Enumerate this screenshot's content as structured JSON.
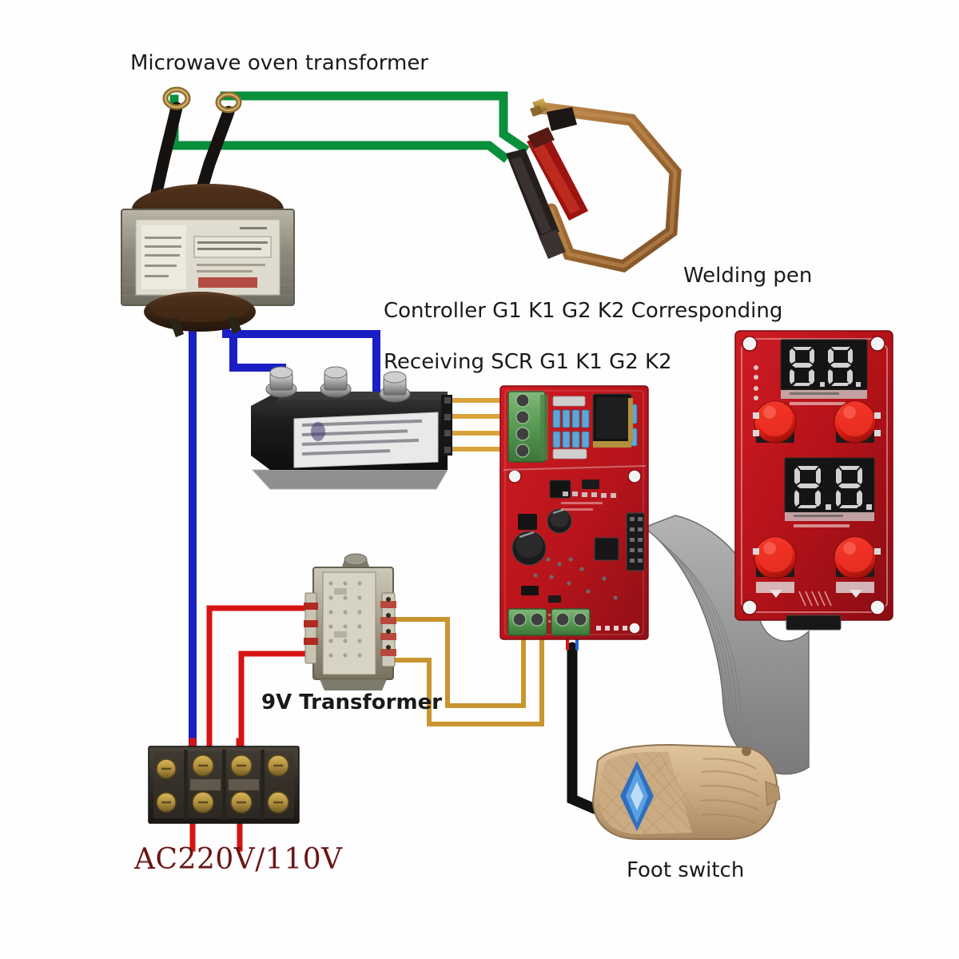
{
  "diagram": {
    "title_visible": false,
    "background": "#ffffff"
  },
  "labels": {
    "microwave_oven_transformer": "Microwave oven transformer",
    "welding_pen": "Welding pen",
    "controller_mapping": "Controller G1 K1 G2 K2 Corresponding",
    "scr_mapping": "Receiving SCR G1 K1 G2 K2",
    "transformer_9v": "9V Transformer",
    "mains_input": "AC220V/110V",
    "foot_switch": "Foot switch"
  },
  "colors": {
    "secondary_wire_green": "#0a8f3c",
    "primary_wire_blue": "#1a1fc4",
    "mains_wire_red": "#d71414",
    "signal_wire_gold": "#d8a33a",
    "low_voltage_wire_gold": "#c9952f",
    "pcb_red": "#c4161c",
    "pcb_dark_red": "#96121a",
    "terminal_green": "#5ea05a",
    "ribbon_grey": "#9a9a9a",
    "copper_cable": "#a9713a",
    "foot_switch_body": "#cbab82",
    "label_text": "#1a1a1a",
    "mains_label_text": "#6b1515",
    "scr_body": "#1c1c1c",
    "display_black": "#141414",
    "button_red": "#e32219"
  },
  "components": {
    "mot": {
      "name": "Microwave oven transformer",
      "lug_count": 2,
      "secondary_leads": 2,
      "primary_leads": 2
    },
    "welding_pen": {
      "name": "Welding pen",
      "electrodes": [
        "red-handle",
        "black-handle"
      ],
      "cable": "copper braided loop"
    },
    "scr_module": {
      "name": "SCR thyristor module",
      "terminal_studs": 3,
      "gate_pins": 4,
      "gate_labels": [
        "G1",
        "K1",
        "G2",
        "K2"
      ]
    },
    "controller_board": {
      "name": "Spot welder controller board",
      "input_terminal_pins": 4,
      "input_terminal_labels": [
        "G1",
        "K1",
        "G2",
        "K2"
      ],
      "bottom_terminal_blocks": 2,
      "bottom_terminal_pins": 4,
      "ribbon_header_pins": 10
    },
    "display_panel": {
      "name": "Dual digit display panel",
      "displays": [
        {
          "id": "upper",
          "value": "88",
          "decimal_point": true
        },
        {
          "id": "lower",
          "value": "88",
          "decimal_point": true
        }
      ],
      "buttons": [
        {
          "id": "up-1",
          "color": "#e32219"
        },
        {
          "id": "down-1",
          "color": "#e32219"
        },
        {
          "id": "up-2",
          "color": "#e32219"
        },
        {
          "id": "down-2",
          "color": "#e32219"
        }
      ],
      "ribbon_connector_pins": 10
    },
    "transformer_9v": {
      "name": "9V Transformer",
      "primary_leads": 2,
      "secondary_leads": 2
    },
    "terminal_block": {
      "name": "Mains terminal block",
      "screw_positions": 8,
      "poles": 4
    },
    "foot_switch": {
      "name": "Foot switch",
      "indicator": "blue diamond",
      "cable": "black 2-core"
    }
  },
  "connections": [
    {
      "from": "mot.secondary_lug_1",
      "to": "welding_pen.black_electrode",
      "color": "#0a8f3c"
    },
    {
      "from": "mot.secondary_lug_2",
      "to": "welding_pen.red_electrode",
      "color": "#0a8f3c"
    },
    {
      "from": "mot.primary_lead_1",
      "to": "terminal_block.pole_1",
      "color": "#1a1fc4"
    },
    {
      "from": "mot.primary_lead_2",
      "to": "scr_module.stud_1",
      "color": "#1a1fc4"
    },
    {
      "from": "mot.primary_lead_3",
      "to": "scr_module.stud_2",
      "color": "#1a1fc4"
    },
    {
      "from": "scr_module.gate_pins",
      "to": "controller_board.input_terminal",
      "color": "#d8a33a"
    },
    {
      "from": "terminal_block.pole_2",
      "to": "transformer_9v.primary",
      "color": "#d71414"
    },
    {
      "from": "transformer_9v.secondary",
      "to": "controller_board.bottom_terminal_left",
      "color": "#c9952f"
    },
    {
      "from": "controller_board.bottom_terminal_right",
      "to": "foot_switch",
      "color": "#111111"
    },
    {
      "from": "controller_board.ribbon_header",
      "to": "display_panel.ribbon_connector",
      "color": "#9a9a9a"
    },
    {
      "from": "terminal_block.mains_in",
      "to": "AC220V/110V",
      "color": "#d71414"
    }
  ]
}
